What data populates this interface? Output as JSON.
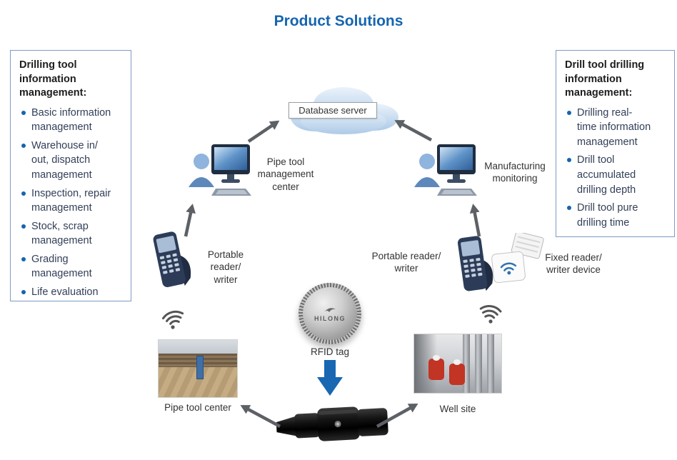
{
  "title": "Product Solutions",
  "left_panel": {
    "heading": "Drilling tool information\nmanagement:",
    "items": [
      "Basic information\nmanagement",
      "Warehouse in/\nout, dispatch\nmanagement",
      "Inspection, repair\nmanagement",
      "Stock, scrap\nmanagement",
      "Grading\nmanagement",
      "Life evaluation"
    ]
  },
  "right_panel": {
    "heading": "Drill tool drilling\ninformation\nmanagement:",
    "items": [
      "Drilling real-\ntime information\nmanagement",
      "Drill tool\naccumulated\ndrilling depth",
      "Drill tool pure\ndrilling time"
    ]
  },
  "labels": {
    "database_server": "Database server",
    "pipe_tool_management_center": "Pipe tool\nmanagement\ncenter",
    "manufacturing_monitoring": "Manufacturing\nmonitoring",
    "portable_reader_left": "Portable reader/\nwriter",
    "portable_reader_right": "Portable reader/\nwriter",
    "fixed_reader": "Fixed reader/\nwriter device",
    "rfid_tag": "RFID tag",
    "rfid_brand": "HILONG",
    "pipe_tool_center": "Pipe tool center",
    "well_site": "Well site"
  },
  "colors": {
    "title": "#1565b0",
    "panel_border": "#7d9cc4",
    "bullet": "#1565b0",
    "arrow": "#5d6166",
    "down_arrow": "#1767b2"
  }
}
